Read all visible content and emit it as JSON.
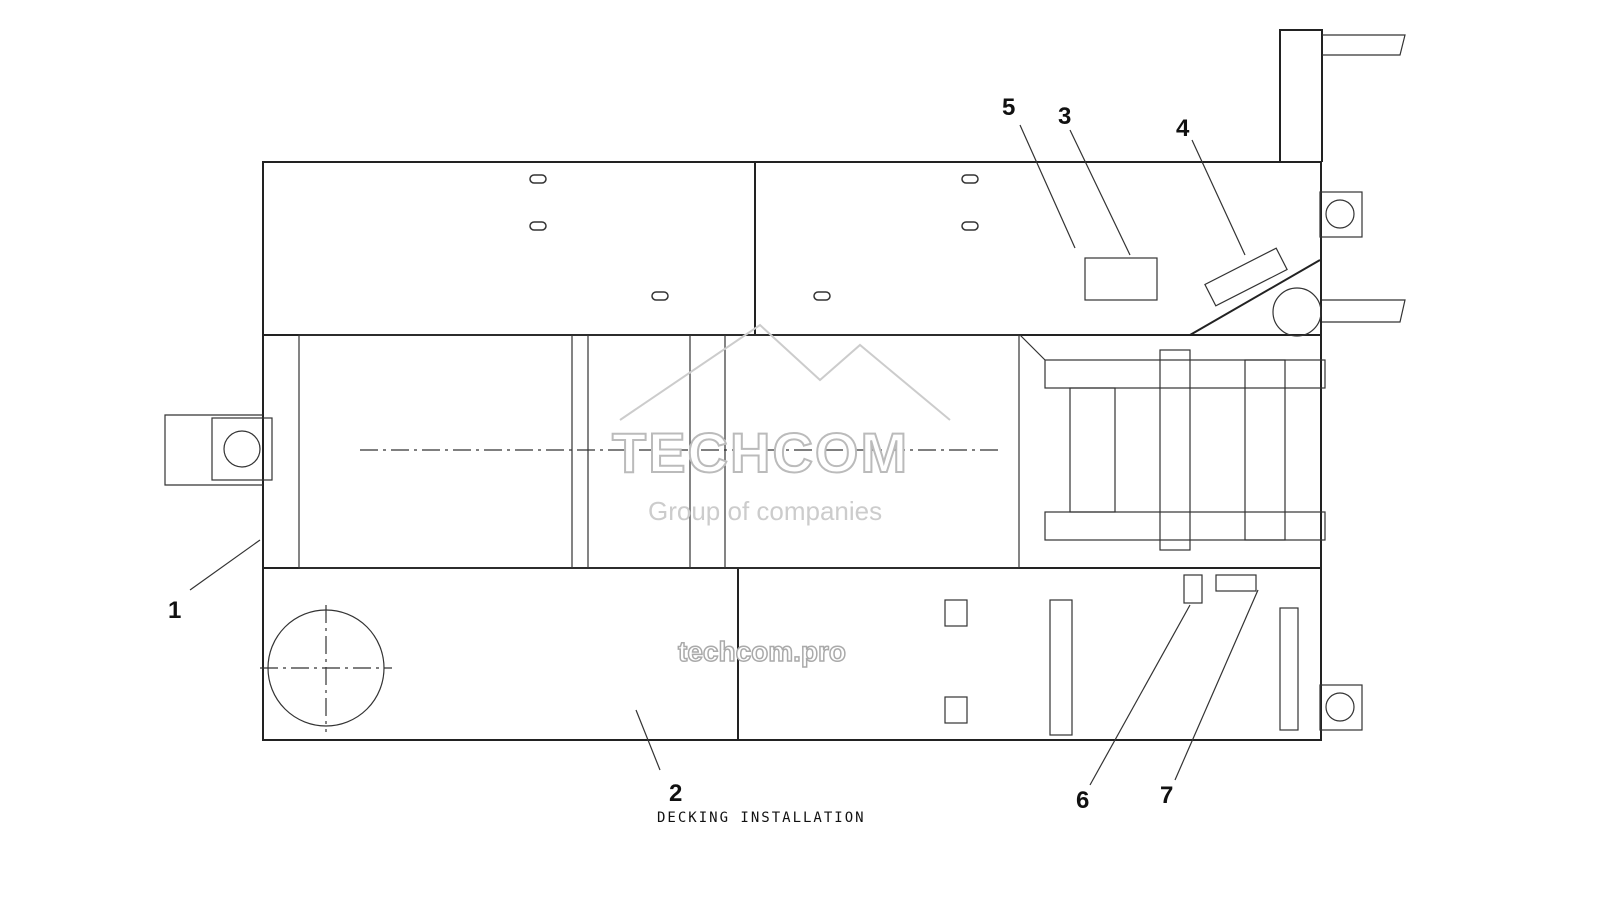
{
  "title": "DECKING INSTALLATION",
  "callouts": [
    "1",
    "2",
    "3",
    "4",
    "5",
    "6",
    "7"
  ],
  "watermark": {
    "brand": "TECHCOM",
    "tagline": "Group of companies",
    "site": "techcom.pro"
  }
}
